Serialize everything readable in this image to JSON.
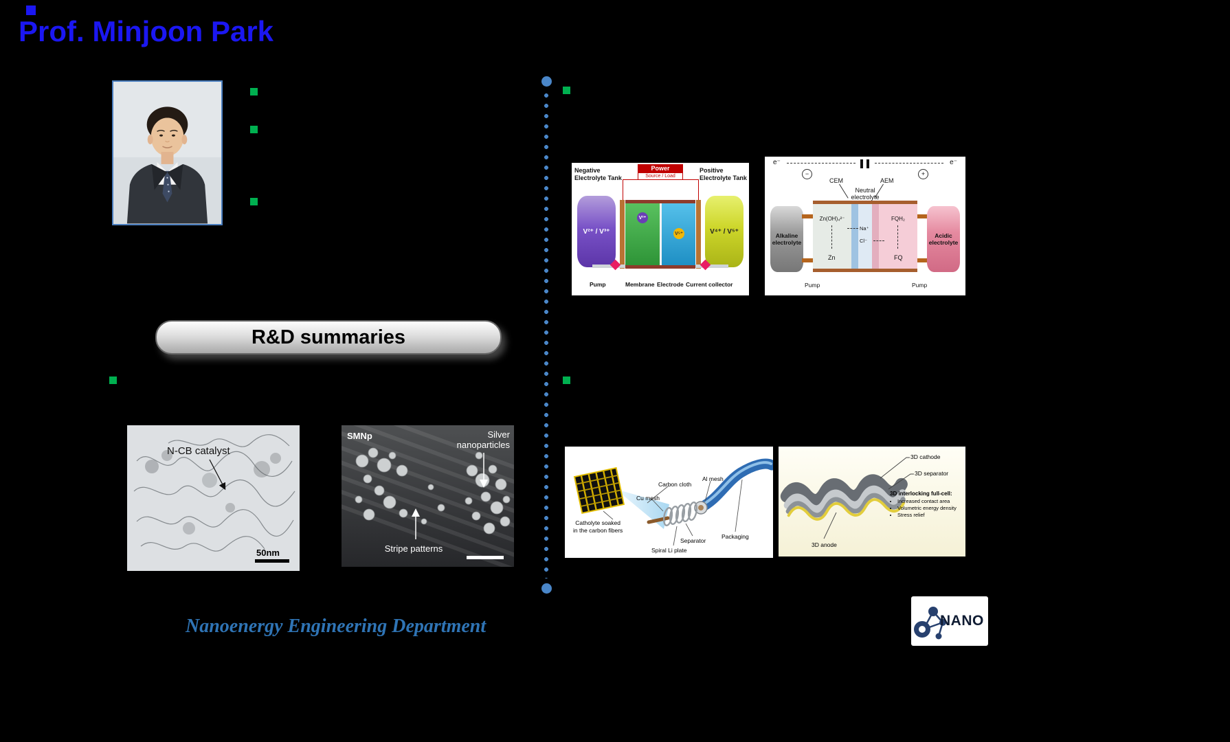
{
  "slide": {
    "title": "Prof. Minjoon Park",
    "footer": "Nanoenergy Engineering Department",
    "title_color": "#1B17F2",
    "bullet_color": "#00B050",
    "divider_color": "#4A86C8",
    "background": "#000000"
  },
  "rd_button": {
    "label": "R&D summaries"
  },
  "figures": {
    "tem": {
      "annotation": "N-CB catalyst",
      "scale_bar": "50nm"
    },
    "sem": {
      "corner_label": "SMNp",
      "top_label_line1": "Silver",
      "top_label_line2": "nanoparticles",
      "bottom_label": "Stripe patterns"
    },
    "vrfb": {
      "negative_tank": "Negative Electrolyte Tank",
      "positive_tank": "Positive Electrolyte Tank",
      "power_line1": "Power",
      "power_line2": "Source / Load",
      "negative_couple": "V²⁺ / V³⁺",
      "positive_couple": "V⁴⁺ / V⁵⁺",
      "ion_left": "V²⁺",
      "ion_right": "V⁵⁺",
      "pump": "Pump",
      "membrane": "Membrane",
      "electrode": "Electrode",
      "current_collector": "Current collector"
    },
    "dual_membrane": {
      "e_left": "e⁻",
      "e_right": "e⁻",
      "minus": "−",
      "plus": "+",
      "cem": "CEM",
      "aem": "AEM",
      "neutral": "Neutral electrolyte",
      "alkaline": "Alkaline electrolyte",
      "acidic": "Acidic electrolyte",
      "zincate": "Zn(OH)₄²⁻",
      "fqh2": "FQH₂",
      "na": "Na⁺",
      "cl": "Cl⁻",
      "zn": "Zn",
      "fq": "FQ",
      "pump_left": "Pump",
      "pump_right": "Pump"
    },
    "cable": {
      "carbon_cloth": "Carbon cloth",
      "al_mesh": "Al mesh",
      "cu_mesh": "Cu mesh",
      "catholyte_line1": "Catholyte soaked",
      "catholyte_line2": "in the carbon fibers",
      "separator": "Separator",
      "li_plate": "Spiral Li plate",
      "packaging": "Packaging"
    },
    "interlock3d": {
      "cathode": "3D cathode",
      "separator": "3D separator",
      "full_cell": "3D interlocking full-cell:",
      "features": [
        "Increased contact area",
        "Volumetric energy density",
        "Stress relief"
      ],
      "anode": "3D anode"
    }
  },
  "logo": {
    "text": "NANO"
  }
}
